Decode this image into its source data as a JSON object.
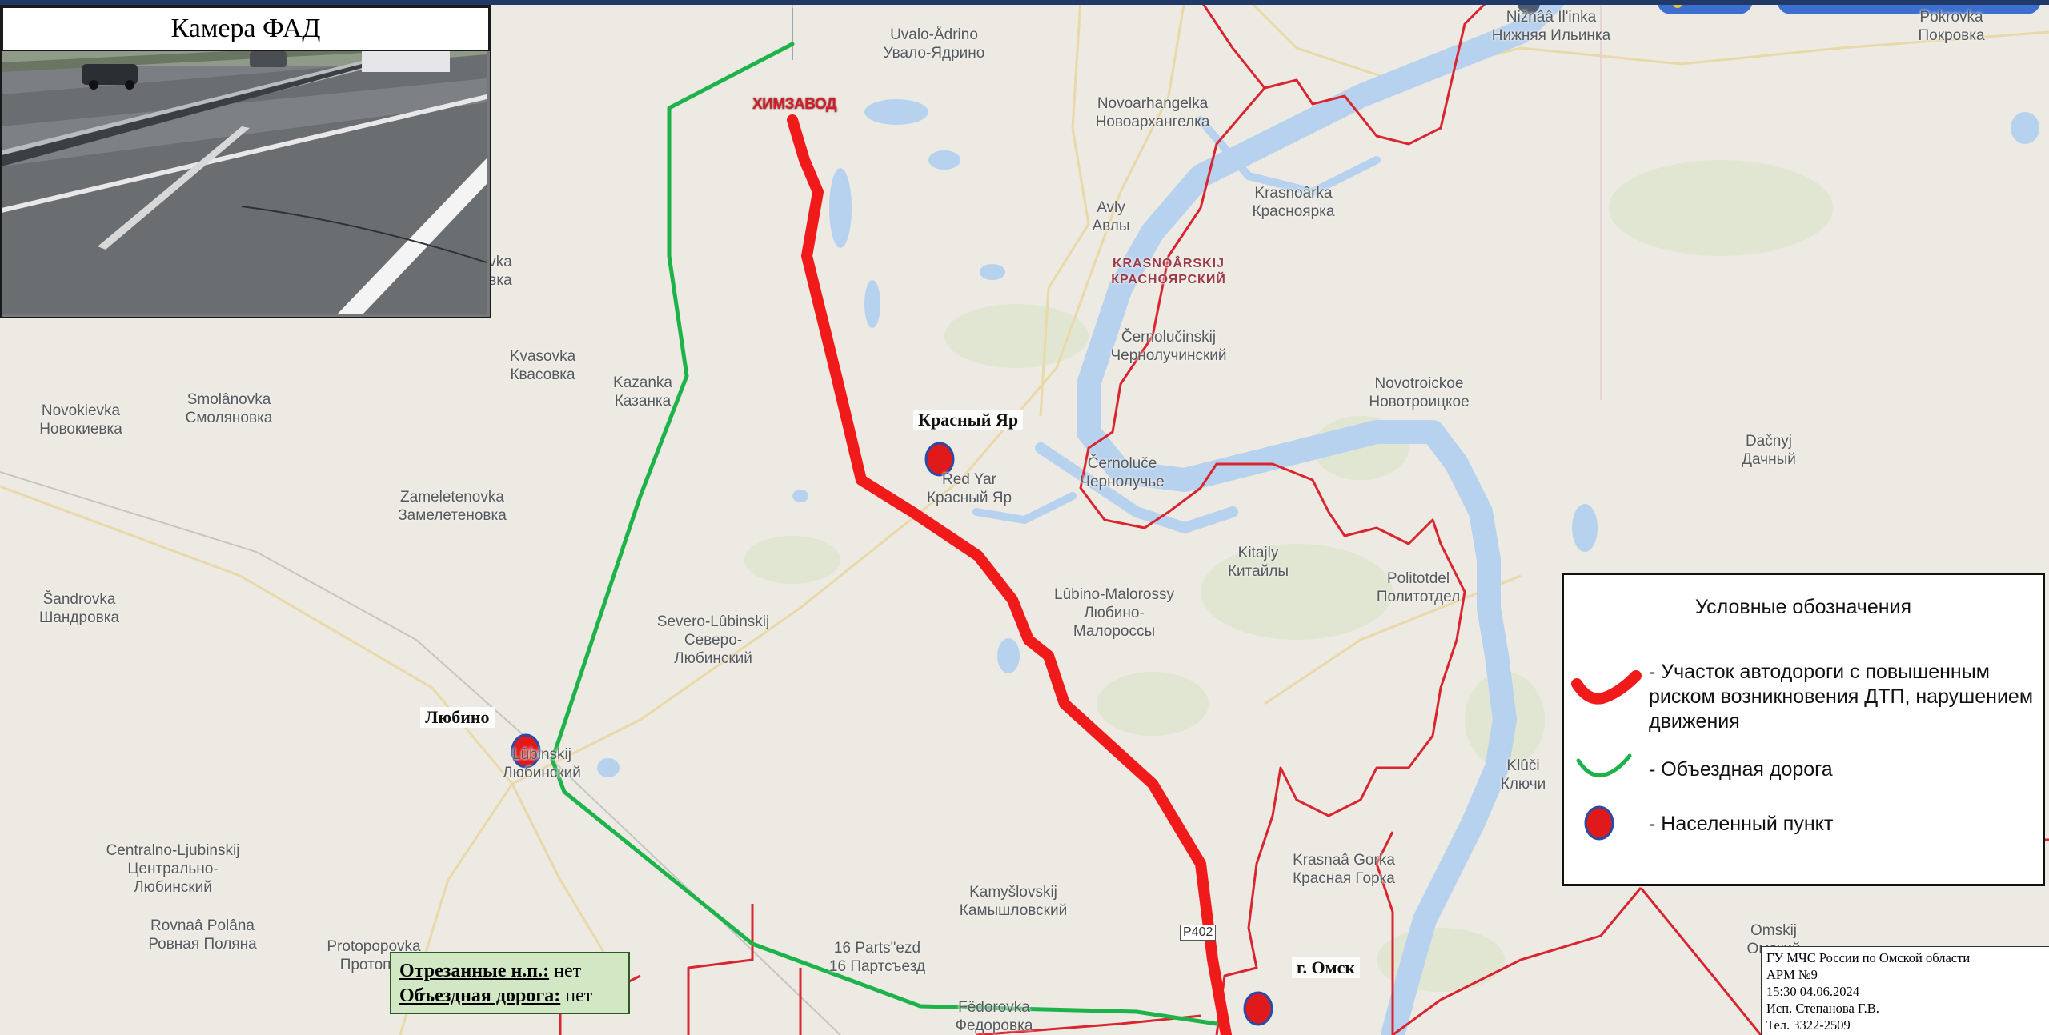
{
  "camera": {
    "title": "Камера ФАД"
  },
  "map": {
    "labels": [
      {
        "id": "uvalo",
        "latin": "Uvalo-Ådrino",
        "cyrillic": "Увало-Ядрино"
      },
      {
        "id": "nilinka",
        "latin": "Nižnââ Il'inka",
        "cyrillic": "Нижняя Ильинка"
      },
      {
        "id": "pokrovka",
        "latin": "Pokrovka",
        "cyrillic": "Покровка"
      },
      {
        "id": "novoarkh",
        "latin": "Novoarhangelka",
        "cyrillic": "Новоархангелка"
      },
      {
        "id": "krasnoarka",
        "latin": "Krasnoârka",
        "cyrillic": "Красноярка"
      },
      {
        "id": "avly",
        "latin": "Avly",
        "cyrillic": "Авлы"
      },
      {
        "id": "krasnoarskij",
        "latin": "KRASNOÂRSKIJ",
        "cyrillic": "КРАСНОЯРСКИЙ"
      },
      {
        "id": "chernoluchinskij",
        "latin": "Černolučinskij",
        "cyrillic": "Чернолучинский"
      },
      {
        "id": "dachny",
        "latin": "Dačnyj",
        "cyrillic": "Дачный"
      },
      {
        "id": "novotroickoe",
        "latin": "Novotroickoe",
        "cyrillic": "Новотроицкое"
      },
      {
        "id": "chernoluche",
        "latin": "Černoluče",
        "cyrillic": "Чернолучье"
      },
      {
        "id": "vka",
        "latin": "vka",
        "cyrillic": "вка"
      },
      {
        "id": "kvasovka",
        "latin": "Kvasovka",
        "cyrillic": "Квасовка"
      },
      {
        "id": "kazanka",
        "latin": "Kazanka",
        "cyrillic": "Казанка"
      },
      {
        "id": "novokievka",
        "latin": "Novokievka",
        "cyrillic": "Новокиевка"
      },
      {
        "id": "smolanovka",
        "latin": "Smolânovka",
        "cyrillic": "Смоляновка"
      },
      {
        "id": "zameletenovka",
        "latin": "Zameletenovka",
        "cyrillic": "Замелетеновка"
      },
      {
        "id": "redyar",
        "latin": "Red Yar",
        "cyrillic": "Красный Яр"
      },
      {
        "id": "kitajly",
        "latin": "Kitajly",
        "cyrillic": "Китайлы"
      },
      {
        "id": "politotdel",
        "latin": "Politotdel",
        "cyrillic": "Политотдел"
      },
      {
        "id": "lubinomalo",
        "latin": "Lûbino-Malorossy",
        "cyrillic": "Любино-Малороссы"
      },
      {
        "id": "shandrovka",
        "latin": "Šandrovka",
        "cyrillic": "Шандровка"
      },
      {
        "id": "severolub",
        "latin": "Severo-Lûbinskij",
        "cyrillic": "Северо-Любинский"
      },
      {
        "id": "lubinskij",
        "latin": "Lûbinskij",
        "cyrillic": "Любинский"
      },
      {
        "id": "kluchi",
        "latin": "Klûči",
        "cyrillic": "Ключи"
      },
      {
        "id": "centralno",
        "latin": "Centralno-Ljubinskij",
        "cyrillic": "Центрально-Любинский"
      },
      {
        "id": "krasnaagorka",
        "latin": "Krasnaâ Gorka",
        "cyrillic": "Красная Горка"
      },
      {
        "id": "kamyshlovskij",
        "latin": "Kamyšlovskij",
        "cyrillic": "Камышловский"
      },
      {
        "id": "rovnaa",
        "latin": "Rovnaâ Polâna",
        "cyrillic": "Ровная Поляна"
      },
      {
        "id": "protopopovka",
        "latin": "Protopopovka",
        "cyrillic": "Протопоп"
      },
      {
        "id": "16parts",
        "latin": "16 Parts\"ezd",
        "cyrillic": "16 Партсъезд"
      },
      {
        "id": "omskij",
        "latin": "Omskij",
        "cyrillic": "Омский"
      },
      {
        "id": "fedorovka",
        "latin": "Fëdorovka",
        "cyrillic": "Федоровка"
      }
    ],
    "cities": {
      "krasny_yar": "Красный Яр",
      "lubino": "Любино",
      "omsk": "г. Омск"
    },
    "khimzavod": "ХИМЗАВОД",
    "road_shield": "P402"
  },
  "legend": {
    "title": "Условные обозначения",
    "risk_road": "- Участок автодороги с повышенным риском возникновения ДТП, нарушением движения",
    "detour": "- Объездная дорога",
    "settlement": "- Населенный пункт"
  },
  "status": {
    "cut_label": "Отрезанные н.п.:",
    "cut_value": "нет",
    "detour_label": "Объездная дорога:",
    "detour_value": "нет"
  },
  "info": {
    "org": "ГУ МЧС России по Омской области",
    "arm": "АРМ №9",
    "datetime": "15:30 04.06.2024",
    "executor": "Исп. Степанова Г.В.",
    "phone": "Тел. 3322-2509"
  },
  "colors": {
    "risk_road": "#f01a1a",
    "detour": "#1db34a",
    "boundary": "#d9252f",
    "water": "#b7d2ee",
    "marker": "#e01a1a",
    "marker_border": "#2a4aa8"
  }
}
